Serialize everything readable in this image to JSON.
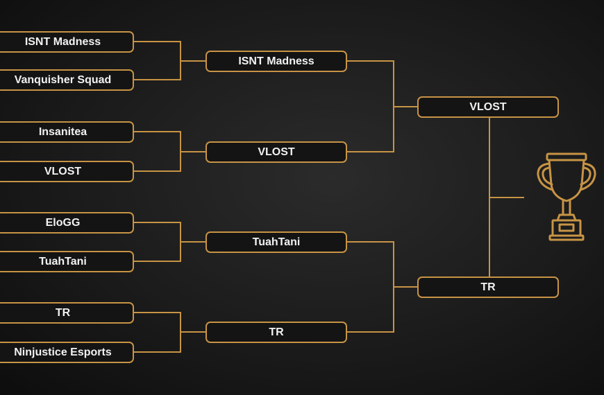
{
  "bracket": {
    "round1": [
      "ISNT Madness",
      "Vanquisher Squad",
      "Insanitea",
      "VLOST",
      "EloGG",
      "TuahTani",
      "TR",
      "Ninjustice Esports"
    ],
    "round2": [
      "ISNT Madness",
      "VLOST",
      "TuahTani",
      "TR"
    ],
    "finals": [
      "VLOST",
      "TR"
    ]
  },
  "colors": {
    "accent": "#c89445",
    "background": "#1b1b1b",
    "text": "#f2f2f2"
  },
  "icons": {
    "trophy": "trophy-icon"
  }
}
